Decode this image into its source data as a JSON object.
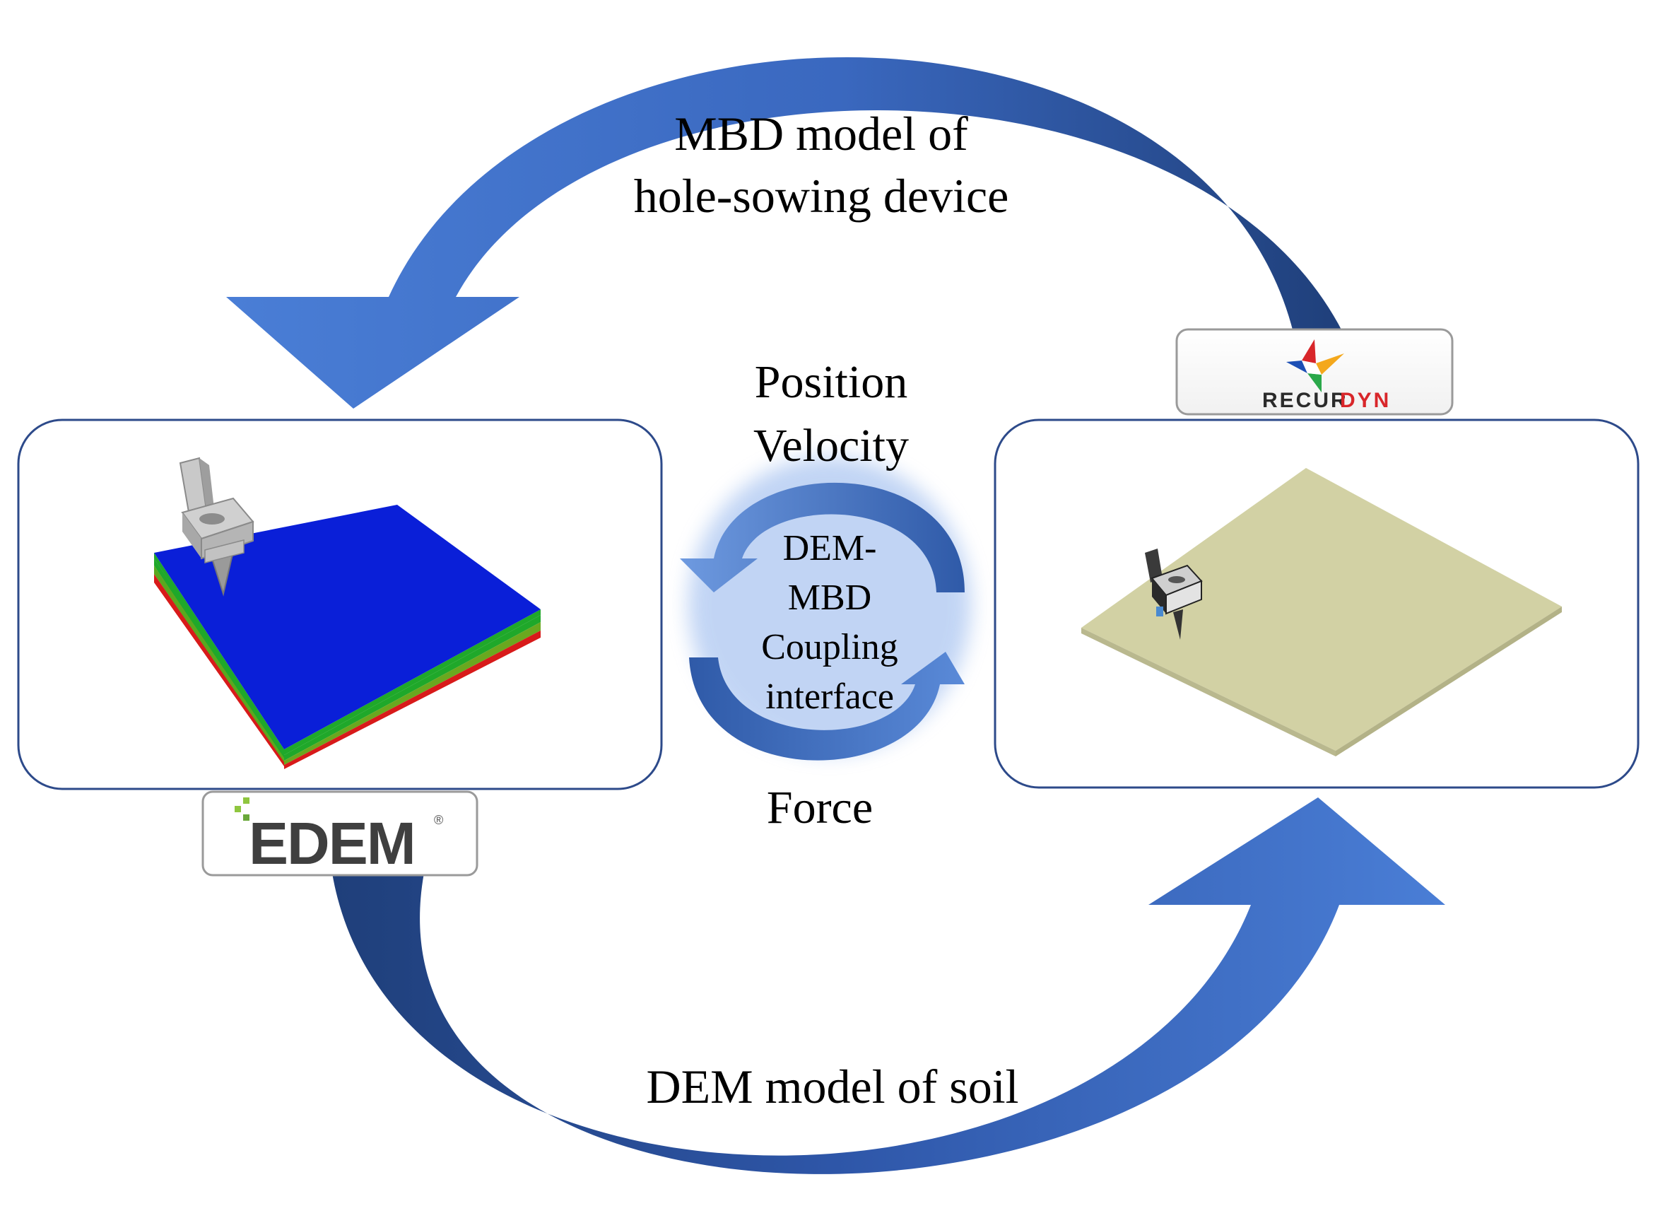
{
  "labels": {
    "top_line1": "MBD model  of",
    "top_line2": "hole-sowing device",
    "bottom": "DEM model  of soil",
    "position": "Position",
    "velocity": "Velocity",
    "force": "Force",
    "interface_line1": "DEM-",
    "interface_line2": "MBD",
    "interface_line3": "Coupling",
    "interface_line4": "interface"
  },
  "logos": {
    "edem": "EDEM",
    "edem_mark": "®",
    "recurdyn_a": "RECUR",
    "recurdyn_b": "DYN"
  },
  "colors": {
    "arrow_light": "#4a7ed6",
    "arrow_dark": "#1f3f7a",
    "panel_border": "#2d4a8a",
    "soil_blue": "#0a1fd8",
    "soil_green": "#1fa82a",
    "soil_red": "#d81a1a",
    "soil_khaki": "#d2d1a4",
    "device_gray": "#b5b5b5"
  }
}
